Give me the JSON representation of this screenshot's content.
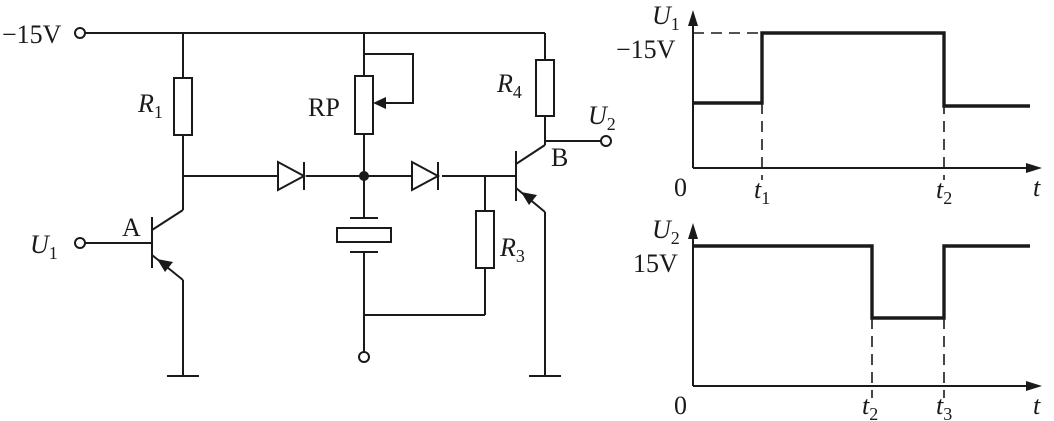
{
  "circuit": {
    "supply_label": "−15V",
    "r1_label": "R",
    "r1_sub": "1",
    "rp_label": "RP",
    "r3_label": "R",
    "r3_sub": "3",
    "r4_label": "R",
    "r4_sub": "4",
    "transistor_a_label": "A",
    "transistor_b_label": "B",
    "input_label": "U",
    "input_sub": "1",
    "output_label": "U",
    "output_sub": "2"
  },
  "waveform_u1": {
    "axis_label": "U",
    "axis_sub": "1",
    "level_label": "−15V",
    "origin_label": "0",
    "time_axis_label": "t",
    "t1_label": "t",
    "t1_sub": "1",
    "t2_label": "t",
    "t2_sub": "2"
  },
  "waveform_u2": {
    "axis_label": "U",
    "axis_sub": "2",
    "level_label": "15V",
    "origin_label": "0",
    "time_axis_label": "t",
    "t2_label": "t",
    "t2_sub": "2",
    "t3_label": "t",
    "t3_sub": "3"
  }
}
